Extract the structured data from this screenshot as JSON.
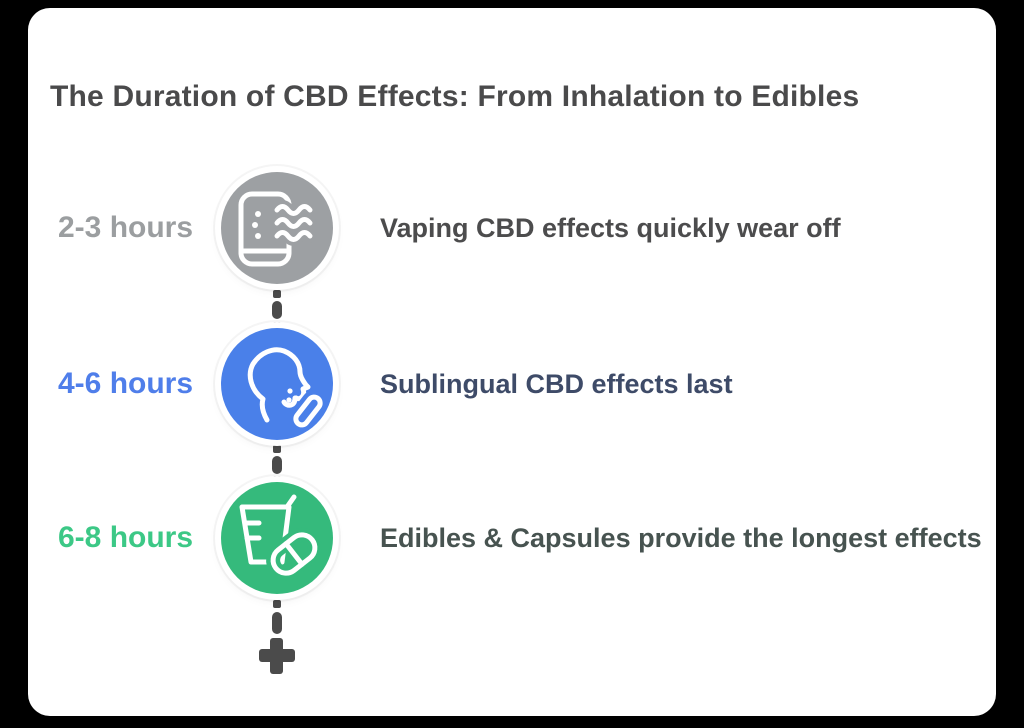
{
  "canvas": {
    "background": "#000000",
    "card_background": "#ffffff"
  },
  "title": {
    "text": "The Duration of CBD Effects: From Inhalation to Edibles",
    "color": "#4a4a4b"
  },
  "timeline": {
    "connector_color": "#4b4b4b",
    "end_marker_icon": "plus-icon",
    "rows": [
      {
        "time": "2-3 hours",
        "time_color": "#9b9ea0",
        "circle_color": "#9da0a3",
        "icon": "vape-device-smoke-icon",
        "description": "Vaping CBD effects quickly wear off",
        "description_color": "#4c4c4d"
      },
      {
        "time": "4-6 hours",
        "time_color": "#4f7eea",
        "circle_color": "#4a80e9",
        "icon": "sublingual-head-dropper-icon",
        "description": "Sublingual CBD effects last",
        "description_color": "#3e4b68"
      },
      {
        "time": "6-8 hours",
        "time_color": "#3cc886",
        "circle_color": "#35ba7c",
        "icon": "edibles-glass-capsule-icon",
        "description": "Edibles & Capsules provide the longest effects",
        "description_color": "#475350"
      }
    ]
  }
}
